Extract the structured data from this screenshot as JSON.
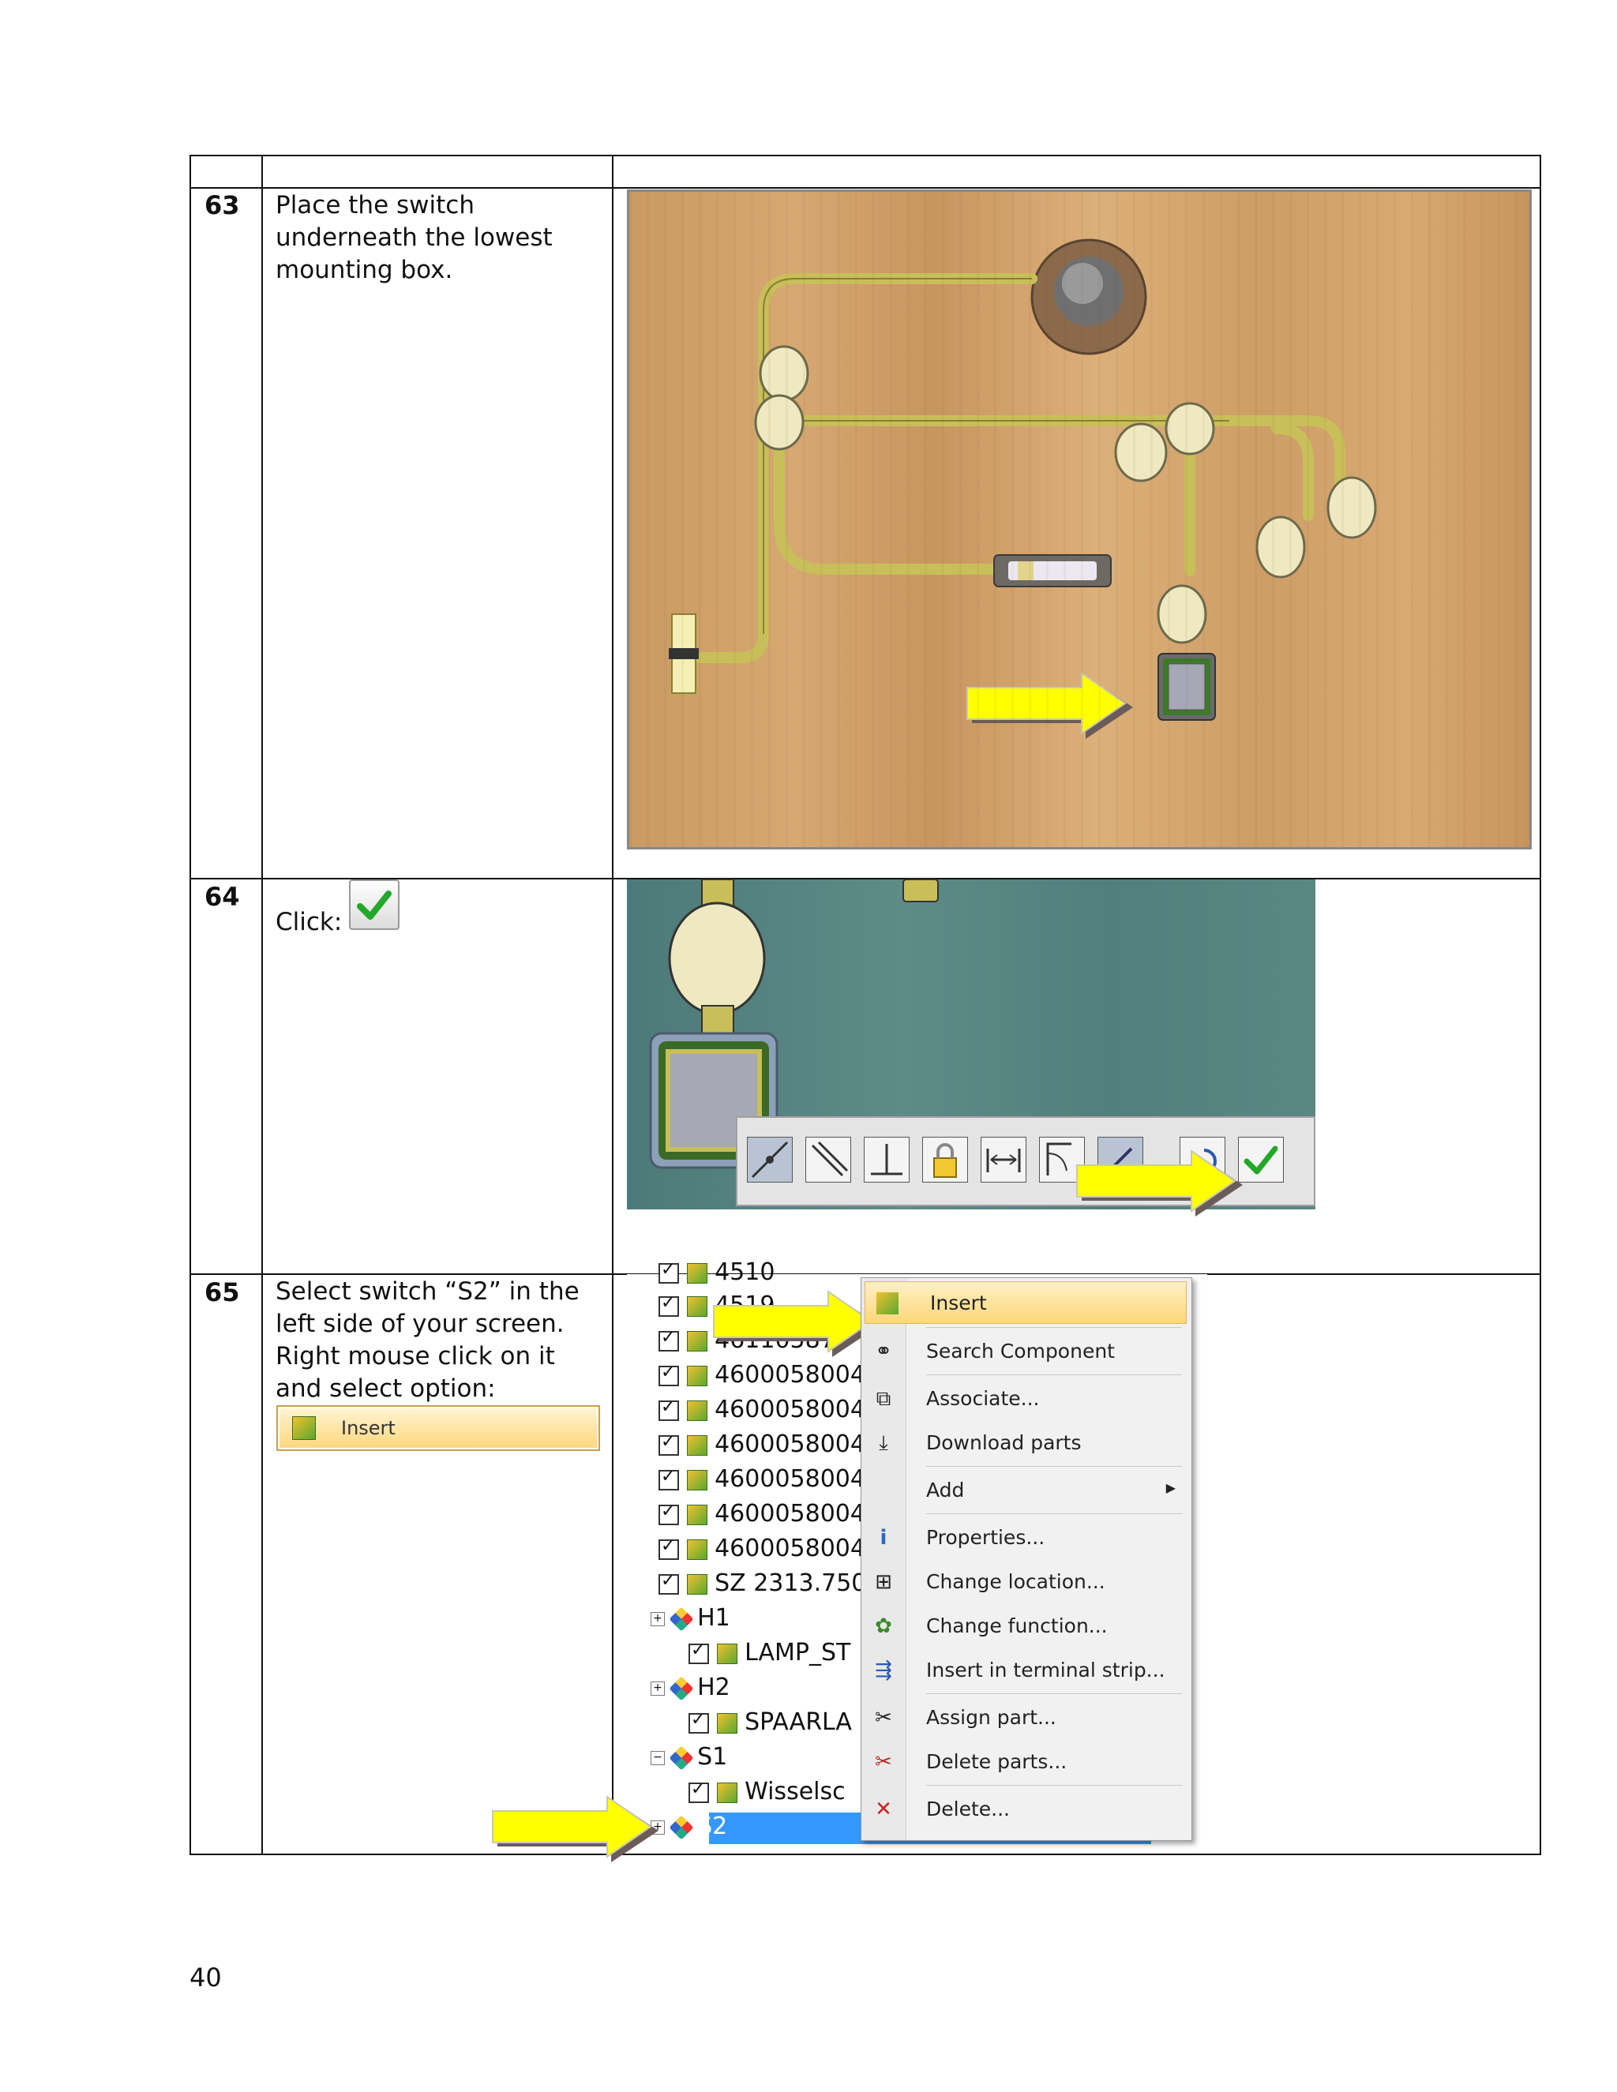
{
  "steps": [
    {
      "num": "63",
      "text": "Place the switch underneath the lowest mounting box."
    },
    {
      "num": "64",
      "text": "Click:"
    },
    {
      "num": "65",
      "text": "Select switch “S2” in the left side of your screen. Right mouse click on it and select option:",
      "button_label": "Insert"
    }
  ],
  "tree": {
    "rows": [
      {
        "label": "4510"
      },
      {
        "label": "4519"
      },
      {
        "label": "461105870"
      },
      {
        "label": "4600058004"
      },
      {
        "label": "4600058004"
      },
      {
        "label": "4600058004"
      },
      {
        "label": "4600058004"
      },
      {
        "label": "4600058004"
      },
      {
        "label": "4600058004"
      },
      {
        "label": "SZ 2313.750"
      }
    ],
    "groups": [
      {
        "label": "H1",
        "child": "LAMP_ST"
      },
      {
        "label": "H2",
        "child": "SPAARLA"
      },
      {
        "label": "S1",
        "child": "Wisselsc"
      },
      {
        "label": "S2"
      }
    ]
  },
  "context_menu": {
    "items": [
      {
        "label": "Insert",
        "icon": "insert-icon"
      },
      {
        "label": "Search Component",
        "icon": "binoculars-icon"
      },
      {
        "label": "Associate...",
        "icon": "associate-icon"
      },
      {
        "label": "Download parts",
        "icon": "download-icon"
      },
      {
        "label": "Add",
        "icon": "",
        "submenu": true
      },
      {
        "label": "Properties...",
        "icon": "info-icon"
      },
      {
        "label": "Change location...",
        "icon": "location-icon"
      },
      {
        "label": "Change function...",
        "icon": "function-icon"
      },
      {
        "label": "Insert in terminal strip...",
        "icon": "terminal-strip-icon"
      },
      {
        "label": "Assign part...",
        "icon": "tools-icon"
      },
      {
        "label": "Delete parts...",
        "icon": "delete-parts-icon"
      },
      {
        "label": "Delete...",
        "icon": "delete-icon"
      }
    ]
  },
  "page_number": "40",
  "colors": {
    "wood": "#d3a56e",
    "teal": "#5a8782",
    "highlight": "#ffd67a",
    "arrow": "#ffff00",
    "selection": "#3399ff"
  }
}
